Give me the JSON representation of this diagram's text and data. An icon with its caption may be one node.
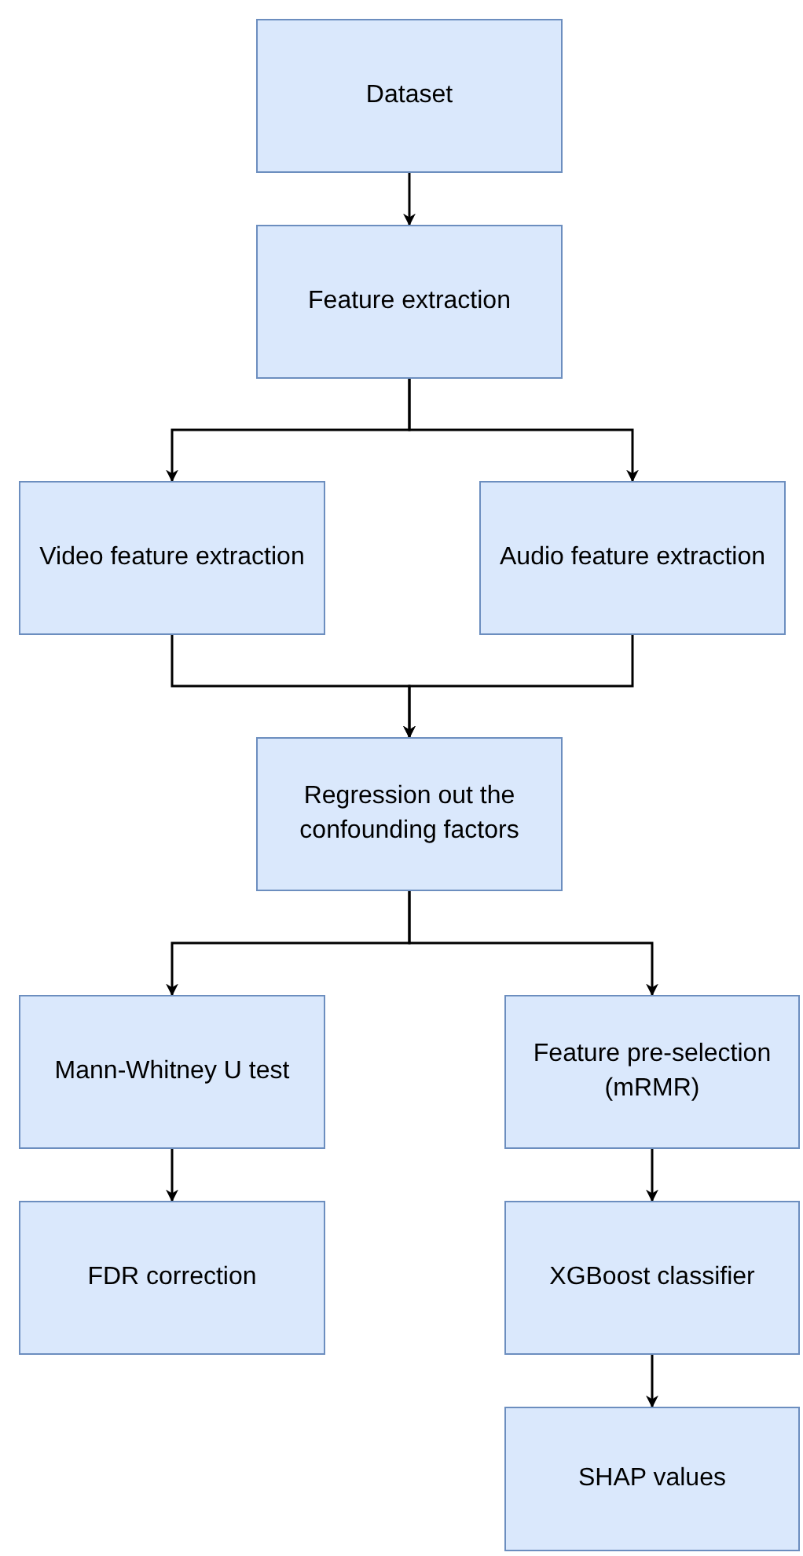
{
  "diagram": {
    "nodes": [
      {
        "text": [
          "Dataset"
        ]
      },
      {
        "text": [
          "Feature extraction"
        ]
      },
      {
        "text": [
          "Video feature extraction"
        ]
      },
      {
        "text": [
          "Audio feature extraction"
        ]
      },
      {
        "text": [
          "Regression out the confounding factors"
        ]
      },
      {
        "text": [
          "Mann-Whitney U test"
        ]
      },
      {
        "text": [
          "Feature pre-selection (mRMR)"
        ]
      },
      {
        "text": [
          "FDR correction"
        ]
      },
      {
        "text": [
          "XGBoost classifier"
        ]
      },
      {
        "text": [
          "SHAP values"
        ]
      }
    ],
    "edges": [
      {
        "from": 0,
        "to": 1,
        "arrow": "to"
      },
      {
        "from": 1,
        "to": 2,
        "arrow": "to"
      },
      {
        "from": 1,
        "to": 3,
        "arrow": "to"
      },
      {
        "from": 2,
        "to": 4,
        "arrow": "to"
      },
      {
        "from": 3,
        "to": 4,
        "arrow": "to"
      },
      {
        "from": 4,
        "to": 5,
        "arrow": "to"
      },
      {
        "from": 4,
        "to": 6,
        "arrow": "to"
      },
      {
        "from": 5,
        "to": 7,
        "arrow": "to"
      },
      {
        "from": 6,
        "to": 8,
        "arrow": "to"
      },
      {
        "from": 8,
        "to": 9,
        "arrow": "to"
      }
    ]
  }
}
